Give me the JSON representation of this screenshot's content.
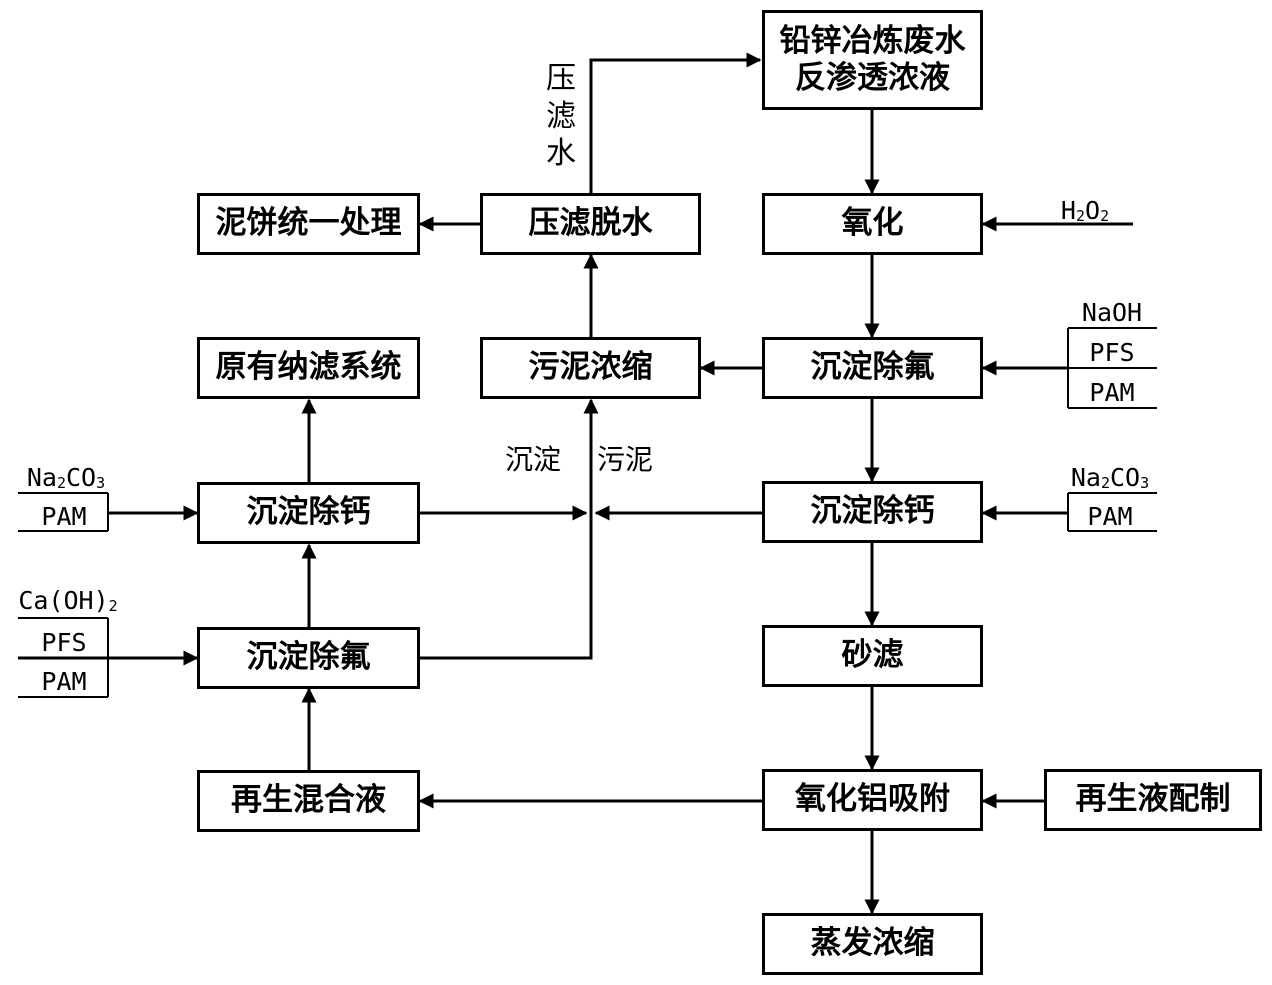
{
  "boxes": {
    "wastewater": "铅锌冶炼废水\n反渗透浓液",
    "oxidation": "氧化",
    "fluoride_removal_right": "沉淀除氟",
    "calcium_removal_right": "沉淀除钙",
    "sand_filter": "砂滤",
    "alumina_adsorption": "氧化铝吸附",
    "evaporation": "蒸发浓缩",
    "regen_prep": "再生液配制",
    "regen_mix": "再生混合液",
    "fluoride_removal_left": "沉淀除氟",
    "calcium_removal_left": "沉淀除钙",
    "nanofiltration": "原有纳滤系统",
    "sludge_thickening": "污泥浓缩",
    "filter_press": "压滤脱水",
    "cake_treatment": "泥饼统一处理"
  },
  "labels": {
    "press_water": "压\n滤\n水",
    "precipitate": "沉淀",
    "sludge": "污泥"
  },
  "reagents": {
    "h2o2": {
      "base": "H",
      "sub1": "2",
      "mid": "O",
      "sub2": "2"
    },
    "naoh": "NaOH",
    "pfs": "PFS",
    "pam": "PAM",
    "na2co3": {
      "a": "Na",
      "sub1": "2",
      "b": "CO",
      "sub2": "3"
    },
    "caoh2": {
      "a": "Ca(OH)",
      "sub": "2"
    }
  }
}
